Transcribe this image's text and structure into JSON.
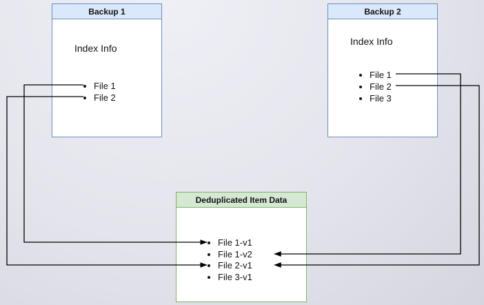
{
  "diagram": {
    "backup1": {
      "title": "Backup 1",
      "subtitle": "Index Info",
      "files": [
        "File 1",
        "File 2"
      ]
    },
    "backup2": {
      "title": "Backup 2",
      "subtitle": "Index Info",
      "files": [
        "File 1",
        "File 2",
        "File 3"
      ]
    },
    "dedup": {
      "title": "Deduplicated Item Data",
      "items": [
        "File 1-v1",
        "File 1-v2",
        "File 2-v1",
        "File 3-v1"
      ]
    },
    "colors": {
      "blue_border": "#6c8ebf",
      "blue_header_fill": "#dae8fc",
      "green_border": "#82b366",
      "green_header_fill": "#d5e8d4",
      "box_fill": "#ffffff",
      "connector": "#000000"
    }
  }
}
